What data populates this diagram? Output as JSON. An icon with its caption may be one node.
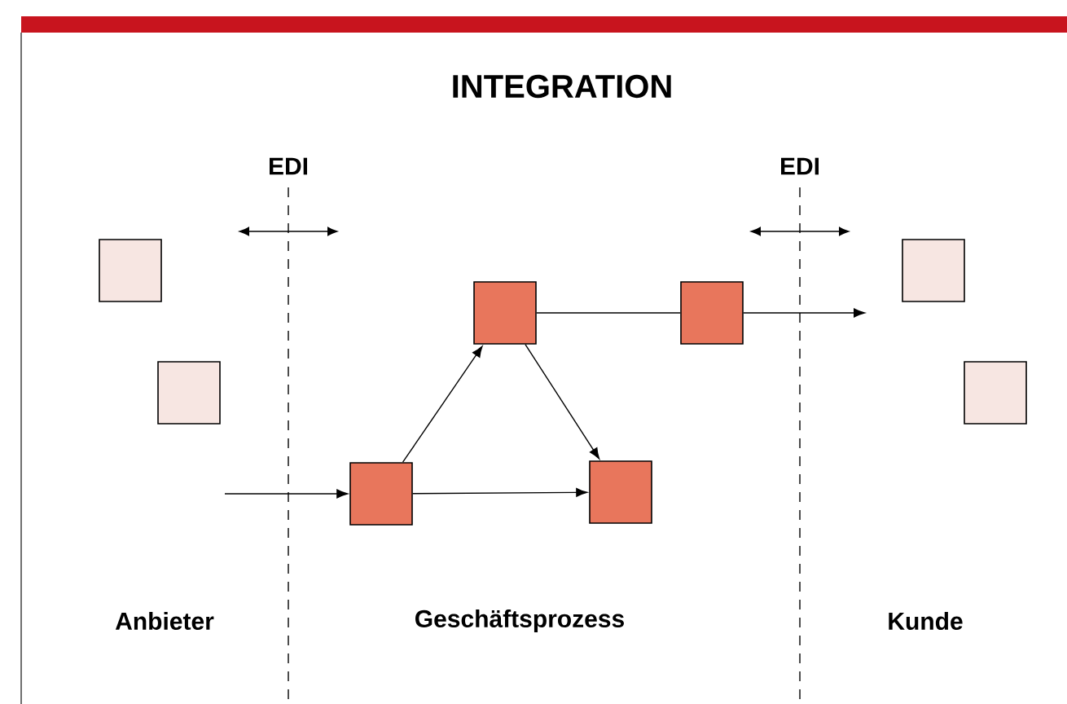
{
  "diagram": {
    "title": "INTEGRATION",
    "nodes": [
      {
        "text": [],
        "shape": "box"
      },
      {
        "text": [],
        "shape": "box"
      },
      {
        "text": [],
        "shape": "box"
      },
      {
        "text": [],
        "shape": "box"
      },
      {
        "text": [],
        "shape": "box"
      },
      {
        "text": [],
        "shape": "box"
      },
      {
        "text": [],
        "shape": "box"
      },
      {
        "text": [],
        "shape": "box"
      }
    ],
    "edges": [
      {
        "from": null,
        "to": 2,
        "arrow": "to"
      },
      {
        "from": 2,
        "to": 3,
        "arrow": "to"
      },
      {
        "from": 3,
        "to": 4,
        "arrow": "to"
      },
      {
        "from": 2,
        "to": 4,
        "arrow": "to"
      },
      {
        "from": 3,
        "to": 5,
        "arrow": "none"
      },
      {
        "from": 5,
        "to": null,
        "arrow": "to"
      }
    ],
    "labels": [
      "EDI",
      "EDI",
      "Anbieter",
      "Geschäftsprozess",
      "Kunde"
    ]
  }
}
